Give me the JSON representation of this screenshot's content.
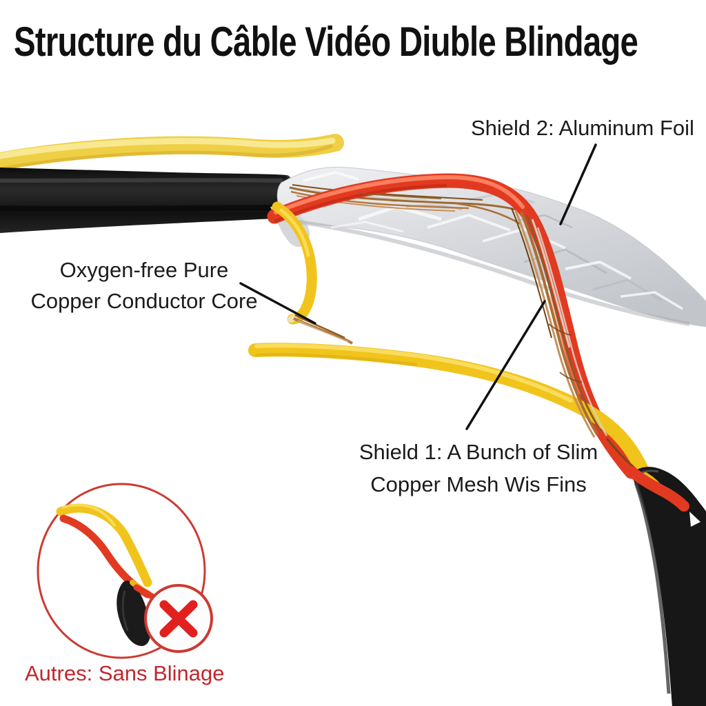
{
  "title": "Structure du Câble Vidéo Diuble Blindage",
  "annotations": {
    "shield2": {
      "text": "Shield 2: Aluminum Foil"
    },
    "core": {
      "line1": "Oxygen-free Pure",
      "line2": "Copper Conductor Core"
    },
    "shield1": {
      "line1": "Shield 1: A Bunch of Slim",
      "line2": "Copper Mesh Wis Fins"
    }
  },
  "inset": {
    "caption": "Autres: Sans Blinage",
    "icon": "x-mark-icon"
  },
  "colors": {
    "label_text": "#1b1b1b",
    "warning_red": "#c1272d",
    "wire_red": "#e23a21",
    "wire_red_highlight": "#ff8b68",
    "wire_yellow": "#f1c41c",
    "wire_yellow_highlight": "#fbe168",
    "pale_yellow_wire": "#efcf45",
    "copper": "#a96f35",
    "foil_light": "#eceef0",
    "foil_dark": "#c6c9ce",
    "jacket_black": "#171717",
    "circle_red": "#cc3a31",
    "x_red": "#e2201f"
  }
}
